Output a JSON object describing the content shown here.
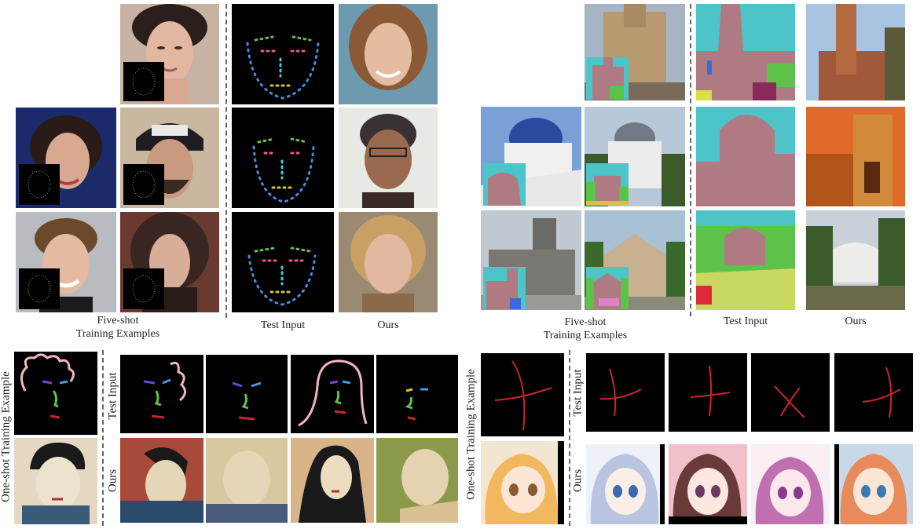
{
  "captions": {
    "faces_five_shot_line1": "Five-shot",
    "faces_five_shot_line2": "Training Examples",
    "faces_test_input": "Test Input",
    "faces_ours": "Ours",
    "church_five_shot_line1": "Five-shot",
    "church_five_shot_line2": "Training Examples",
    "church_test_input": "Test Input",
    "church_ours": "Ours"
  },
  "side_labels": {
    "ukiyoe_one_shot": "One-shot Training Example",
    "ukiyoe_test_input": "Test Input",
    "ukiyoe_ours": "Ours",
    "anime_one_shot": "One-shot Training Example",
    "anime_test_input": "Test Input",
    "anime_ours": "Ours"
  },
  "colors": {
    "background": "#ffffff",
    "label_map_teal": "#4dc4c8",
    "label_map_mauve": "#b07a82",
    "label_map_green": "#5cc24a",
    "sketch_red": "#c8262e",
    "sketch_pink": "#f2b6c0"
  }
}
